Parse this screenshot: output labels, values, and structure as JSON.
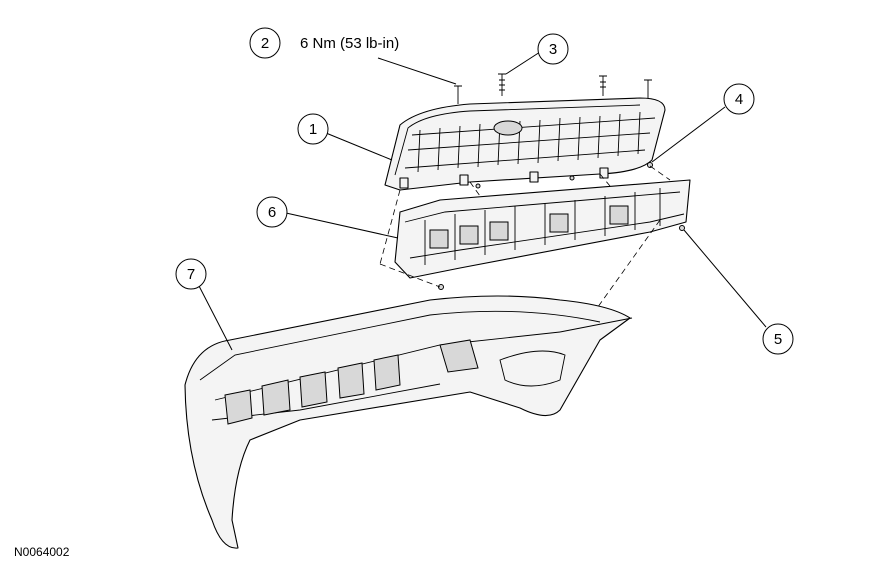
{
  "callouts": [
    {
      "number": "1",
      "name": "grille"
    },
    {
      "number": "2",
      "name": "bolt-spec"
    },
    {
      "number": "3",
      "name": "screw"
    },
    {
      "number": "4",
      "name": "pin"
    },
    {
      "number": "5",
      "name": "pin"
    },
    {
      "number": "6",
      "name": "grille-bracket"
    },
    {
      "number": "7",
      "name": "bumper-cover"
    }
  ],
  "torque_spec": "6 Nm (53 lb-in)",
  "figure_id": "N0064002"
}
